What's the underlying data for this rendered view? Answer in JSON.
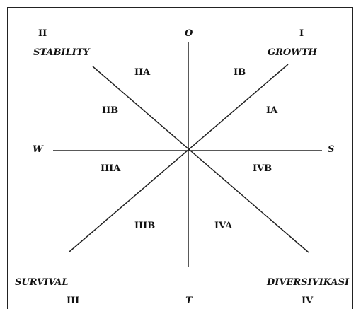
{
  "diagram": {
    "corner_numerals": {
      "top_left": "II",
      "top_right": "I",
      "bottom_left": "III",
      "bottom_right": "IV"
    },
    "strategies": {
      "top_left": "STABILITY",
      "top_right": "GROWTH",
      "bottom_left": "SURVIVAL",
      "bottom_right": "DIVERSIVIKASI"
    },
    "axes": {
      "top": "O",
      "bottom": "T",
      "left": "W",
      "right": "S"
    },
    "sectors": {
      "IIA": "IIA",
      "IB": "IB",
      "IIB": "IIB",
      "IA": "IA",
      "IIIA": "IIIA",
      "IVB": "IVB",
      "IIIB": "IIIB",
      "IVA": "IVA"
    },
    "line_color": "#222222"
  }
}
